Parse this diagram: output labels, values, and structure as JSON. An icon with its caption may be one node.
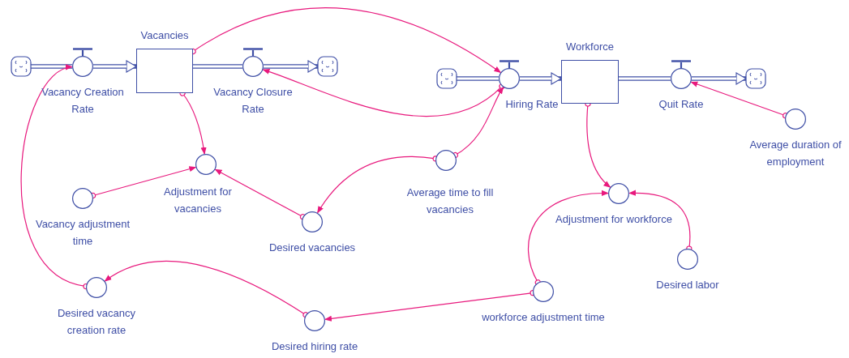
{
  "diagram": {
    "nodes": [
      {
        "text": [],
        "shape": "cloud"
      },
      {
        "text": [
          "Vacancy Creation Rate"
        ]
      },
      {
        "text": [
          "Vacancies"
        ]
      },
      {
        "text": [
          "Vacancy Closure Rate"
        ]
      },
      {
        "text": [],
        "shape": "cloud"
      },
      {
        "text": [],
        "shape": "cloud"
      },
      {
        "text": [
          "Hiring Rate"
        ]
      },
      {
        "text": [
          "Workforce"
        ]
      },
      {
        "text": [
          "Quit Rate"
        ]
      },
      {
        "text": [],
        "shape": "cloud"
      },
      {
        "text": [
          "Average duration of employment"
        ]
      },
      {
        "text": [
          "Adjustment for vacancies"
        ]
      },
      {
        "text": [
          "Vacancy adjustment time"
        ]
      },
      {
        "text": [
          "Desired vacancies"
        ]
      },
      {
        "text": [
          "Average time to fill vacancies"
        ]
      },
      {
        "text": [
          "Adjustment for workforce"
        ]
      },
      {
        "text": [
          "Desired labor"
        ]
      },
      {
        "text": [
          "Desired vacancy creation rate"
        ]
      },
      {
        "text": [
          "Desired hiring rate"
        ]
      },
      {
        "text": [
          "workforce adjustment time"
        ]
      }
    ],
    "edges": [
      {
        "from": 0,
        "to": 1,
        "arrow": "none",
        "style": "thick",
        "color": "#3f4fa6"
      },
      {
        "from": 1,
        "to": 2,
        "arrow": "to",
        "style": "thick",
        "color": "#3f4fa6"
      },
      {
        "from": 2,
        "to": 3,
        "arrow": "none",
        "style": "thick",
        "color": "#3f4fa6"
      },
      {
        "from": 3,
        "to": 4,
        "arrow": "to",
        "style": "thick",
        "color": "#3f4fa6"
      },
      {
        "from": 5,
        "to": 6,
        "arrow": "none",
        "style": "thick",
        "color": "#3f4fa6"
      },
      {
        "from": 6,
        "to": 7,
        "arrow": "to",
        "style": "thick",
        "color": "#3f4fa6"
      },
      {
        "from": 7,
        "to": 8,
        "arrow": "none",
        "style": "thick",
        "color": "#3f4fa6"
      },
      {
        "from": 8,
        "to": 9,
        "arrow": "to",
        "style": "thick",
        "color": "#3f4fa6"
      },
      {
        "from": 2,
        "to": 6,
        "arrow": "to"
      },
      {
        "from": 6,
        "to": 3,
        "arrow": "to"
      },
      {
        "from": 2,
        "to": 11,
        "arrow": "to"
      },
      {
        "from": 12,
        "to": 11,
        "arrow": "to"
      },
      {
        "from": 13,
        "to": 11,
        "arrow": "to"
      },
      {
        "from": 14,
        "to": 6,
        "arrow": "to"
      },
      {
        "from": 14,
        "to": 13,
        "arrow": "to"
      },
      {
        "from": 7,
        "to": 15,
        "arrow": "to"
      },
      {
        "from": 10,
        "to": 8,
        "arrow": "to"
      },
      {
        "from": 16,
        "to": 15,
        "arrow": "to"
      },
      {
        "from": 19,
        "to": 15,
        "arrow": "to"
      },
      {
        "from": 19,
        "to": 18,
        "arrow": "to"
      },
      {
        "from": 18,
        "to": 17,
        "arrow": "to"
      },
      {
        "from": 17,
        "to": 1,
        "arrow": "to"
      }
    ]
  }
}
